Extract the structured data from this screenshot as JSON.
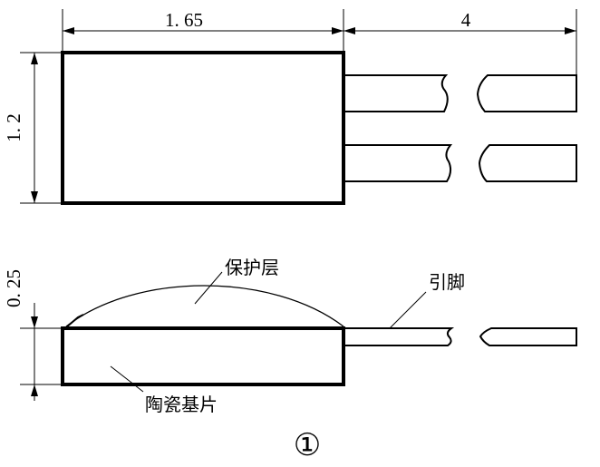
{
  "dimensions": {
    "body_length": "1. 65",
    "lead_length": "4",
    "body_height": "1. 2",
    "coating_thickness": "0. 25"
  },
  "labels": {
    "protective_layer": "保护层",
    "lead_pin": "引脚",
    "ceramic_substrate": "陶瓷基片"
  },
  "figure_number": "①"
}
